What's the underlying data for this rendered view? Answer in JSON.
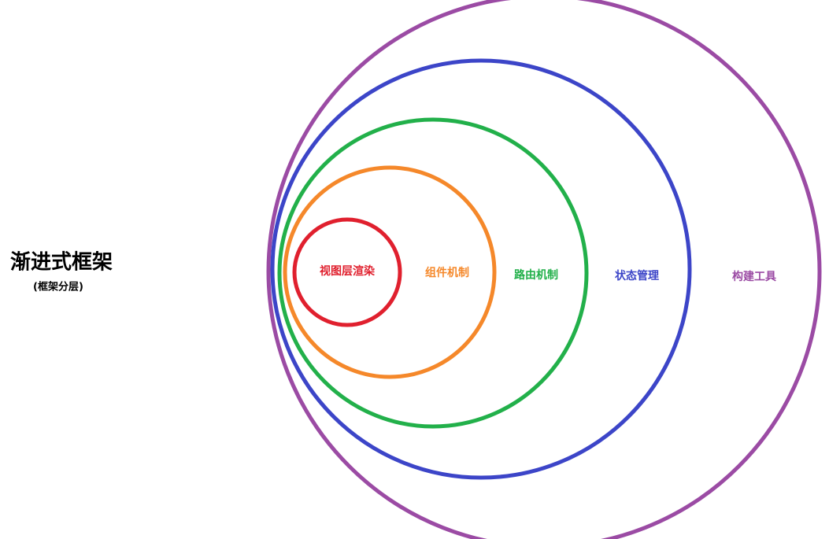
{
  "title": "渐进式框架",
  "subtitle": "(框架分层)",
  "layers": [
    {
      "label": "构建工具",
      "color": "#9b4ba4"
    },
    {
      "label": "状态管理",
      "color": "#3c45c8"
    },
    {
      "label": "路由机制",
      "color": "#22b04a"
    },
    {
      "label": "组件机制",
      "color": "#f5882a"
    },
    {
      "label": "视图层渲染",
      "color": "#e0202e"
    }
  ]
}
